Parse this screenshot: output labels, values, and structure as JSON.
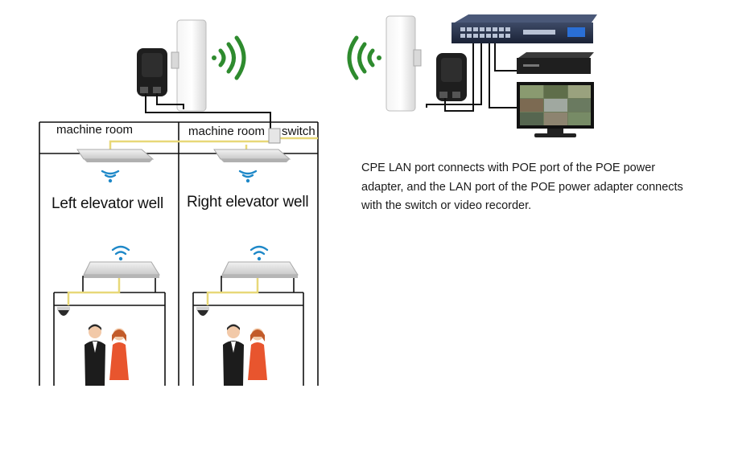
{
  "labels": {
    "machine_room_left": "machine room",
    "machine_room_right": "machine room",
    "switch": "switch",
    "left_well": "Left elevator well",
    "right_well": "Right elevator well"
  },
  "caption": "CPE LAN port connects with POE port of the POE power adapter, and the LAN port of the POE power adapter connects with the switch or video recorder.",
  "colors": {
    "wifi_green": "#2e8b2e",
    "cable_yellow": "#e8d878",
    "line_black": "#111111"
  },
  "icons": [
    "wifi-signal-icon",
    "cpe-device-icon",
    "poe-adapter-icon",
    "network-switch-icon",
    "video-recorder-icon",
    "monitor-icon",
    "dome-camera-icon",
    "couple-figure-icon"
  ]
}
